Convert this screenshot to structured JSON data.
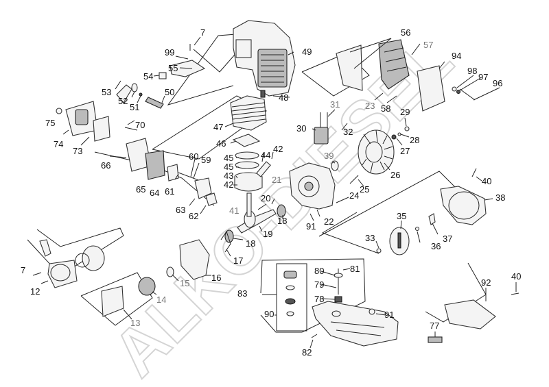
{
  "diagram": {
    "type": "exploded-parts-diagram",
    "subject": "Brushcutter 2-stroke engine assembly",
    "watermark": "ALKO-DIESEL",
    "labels": [
      {
        "id": "7a",
        "text": "7"
      },
      {
        "id": "99",
        "text": "99"
      },
      {
        "id": "55",
        "text": "55"
      },
      {
        "id": "54",
        "text": "54"
      },
      {
        "id": "53",
        "text": "53"
      },
      {
        "id": "52",
        "text": "52"
      },
      {
        "id": "51",
        "text": "51"
      },
      {
        "id": "50",
        "text": "50"
      },
      {
        "id": "49",
        "text": "49"
      },
      {
        "id": "48",
        "text": "48"
      },
      {
        "id": "47",
        "text": "47"
      },
      {
        "id": "46",
        "text": "46"
      },
      {
        "id": "45a",
        "text": "45"
      },
      {
        "id": "45b",
        "text": "45"
      },
      {
        "id": "44",
        "text": "44"
      },
      {
        "id": "43",
        "text": "43"
      },
      {
        "id": "42a",
        "text": "42"
      },
      {
        "id": "42b",
        "text": "42"
      },
      {
        "id": "41",
        "text": "41"
      },
      {
        "id": "75",
        "text": "75"
      },
      {
        "id": "74",
        "text": "74"
      },
      {
        "id": "73",
        "text": "73"
      },
      {
        "id": "70",
        "text": "70"
      },
      {
        "id": "66",
        "text": "66"
      },
      {
        "id": "65",
        "text": "65"
      },
      {
        "id": "64",
        "text": "64"
      },
      {
        "id": "61",
        "text": "61"
      },
      {
        "id": "60",
        "text": "60"
      },
      {
        "id": "59",
        "text": "59"
      },
      {
        "id": "63",
        "text": "63"
      },
      {
        "id": "62",
        "text": "62"
      },
      {
        "id": "56",
        "text": "56"
      },
      {
        "id": "57",
        "text": "57"
      },
      {
        "id": "94",
        "text": "94"
      },
      {
        "id": "98",
        "text": "98"
      },
      {
        "id": "97",
        "text": "97"
      },
      {
        "id": "96",
        "text": "96"
      },
      {
        "id": "23",
        "text": "23"
      },
      {
        "id": "58",
        "text": "58"
      },
      {
        "id": "31",
        "text": "31"
      },
      {
        "id": "32",
        "text": "32"
      },
      {
        "id": "30",
        "text": "30"
      },
      {
        "id": "29",
        "text": "29"
      },
      {
        "id": "28",
        "text": "28"
      },
      {
        "id": "27",
        "text": "27"
      },
      {
        "id": "39",
        "text": "39"
      },
      {
        "id": "26",
        "text": "26"
      },
      {
        "id": "25",
        "text": "25"
      },
      {
        "id": "21",
        "text": "21"
      },
      {
        "id": "20",
        "text": "20"
      },
      {
        "id": "24",
        "text": "24"
      },
      {
        "id": "22",
        "text": "22"
      },
      {
        "id": "91a",
        "text": "91"
      },
      {
        "id": "18a",
        "text": "18"
      },
      {
        "id": "19",
        "text": "19"
      },
      {
        "id": "18b",
        "text": "18"
      },
      {
        "id": "17",
        "text": "17"
      },
      {
        "id": "16",
        "text": "16"
      },
      {
        "id": "15",
        "text": "15"
      },
      {
        "id": "14",
        "text": "14"
      },
      {
        "id": "13",
        "text": "13"
      },
      {
        "id": "12",
        "text": "12"
      },
      {
        "id": "7b",
        "text": "7"
      },
      {
        "id": "40a",
        "text": "40"
      },
      {
        "id": "38",
        "text": "38"
      },
      {
        "id": "35",
        "text": "35"
      },
      {
        "id": "33",
        "text": "33"
      },
      {
        "id": "36",
        "text": "36"
      },
      {
        "id": "37",
        "text": "37"
      },
      {
        "id": "83",
        "text": "83"
      },
      {
        "id": "90",
        "text": "90"
      },
      {
        "id": "80",
        "text": "80"
      },
      {
        "id": "81",
        "text": "81"
      },
      {
        "id": "79",
        "text": "79"
      },
      {
        "id": "78",
        "text": "78"
      },
      {
        "id": "91b",
        "text": "91"
      },
      {
        "id": "82",
        "text": "82"
      },
      {
        "id": "92",
        "text": "92"
      },
      {
        "id": "40b",
        "text": "40"
      },
      {
        "id": "77",
        "text": "77"
      }
    ]
  }
}
